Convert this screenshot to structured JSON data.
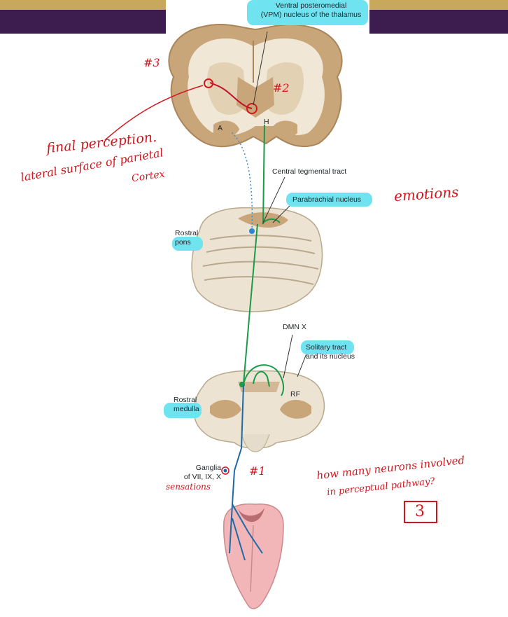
{
  "labels": {
    "vpm": "Ventral posteromedial\n(VPM) nucleus of the thalamus",
    "central_tegmental": "Central tegmental tract",
    "parabrachial": "Parabrachial nucleus",
    "rostral_pons": "Rostral\npons",
    "dmn": "DMN X",
    "solitary": "Solitary tract\nand its nucleus",
    "rf": "RF",
    "rostral_medulla": "Rostral\nmedulla",
    "ganglia": "Ganglia\nof VII, IX, X",
    "a": "A",
    "h": "H"
  },
  "annotations": {
    "n3": "#3",
    "n2": "#2",
    "n1": "#1",
    "final_perception": "final perception.",
    "lateral_surface": "lateral surface of parietal",
    "cortex": "Cortex",
    "emotions": "emotions",
    "sensations": "sensations",
    "question_line1": "how many neurons involved",
    "question_line2": "in perceptual pathway?",
    "answer": "3"
  },
  "colors": {
    "banner": "#3d1c4f",
    "highlight": "#6fe3f0",
    "annotation_red": "#d3161d",
    "pathway_green": "#1a9b4a",
    "pathway_blue": "#1d6aa8",
    "brain_tan": "#c9a57a",
    "tongue_pink": "#f2b6b8"
  }
}
